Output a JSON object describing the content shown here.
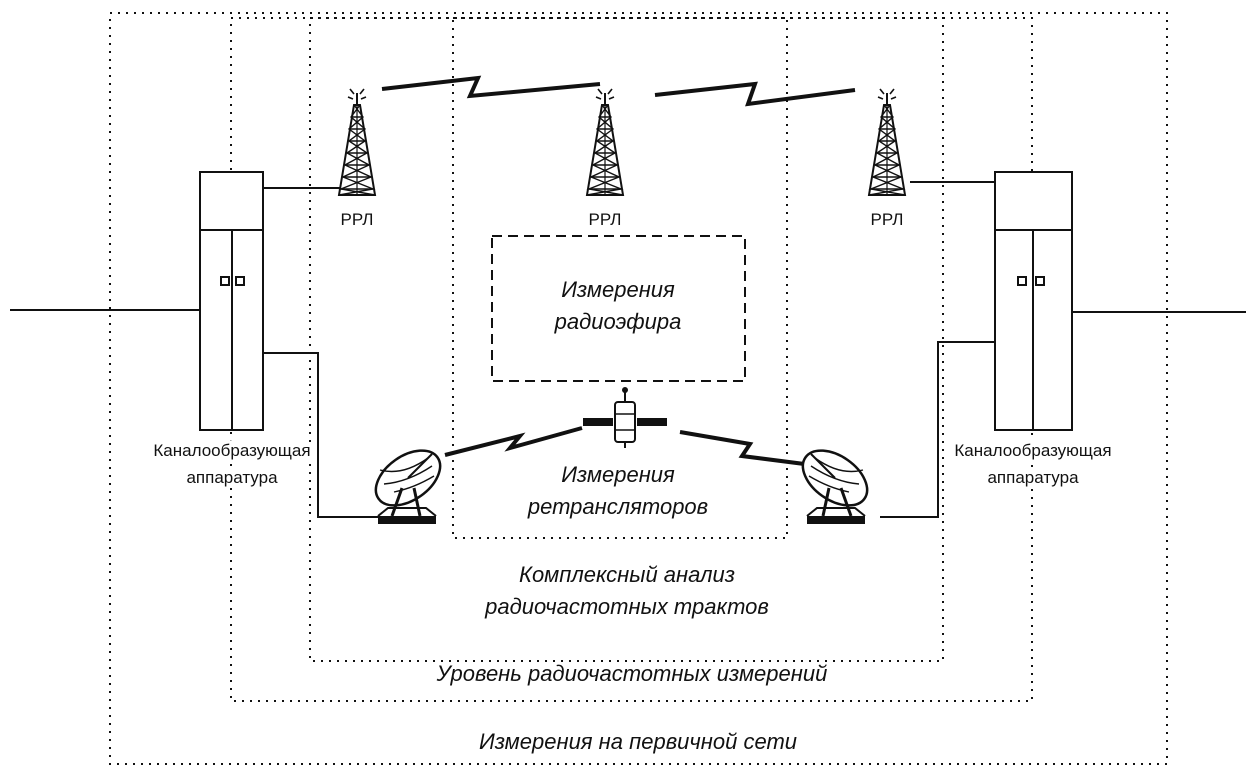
{
  "labels": {
    "rrl_left": "РРЛ",
    "rrl_center": "РРЛ",
    "rrl_right": "РРЛ",
    "equipment_left_line1": "Каналообразующая",
    "equipment_left_line2": "аппаратура",
    "equipment_right_line1": "Каналообразующая",
    "equipment_right_line2": "аппаратура",
    "airwaves_line1": "Измерения",
    "airwaves_line2": "радиоэфира",
    "transponders_line1": "Измерения",
    "transponders_line2": "ретрансляторов",
    "complex_line1": "Комплексный анализ",
    "complex_line2": "радиочастотных трактов",
    "rf_level": "Уровень радиочастотных измерений",
    "primary_network": "Измерения на первичной сети"
  },
  "colors": {
    "ink": "#111111",
    "background": "#ffffff"
  }
}
